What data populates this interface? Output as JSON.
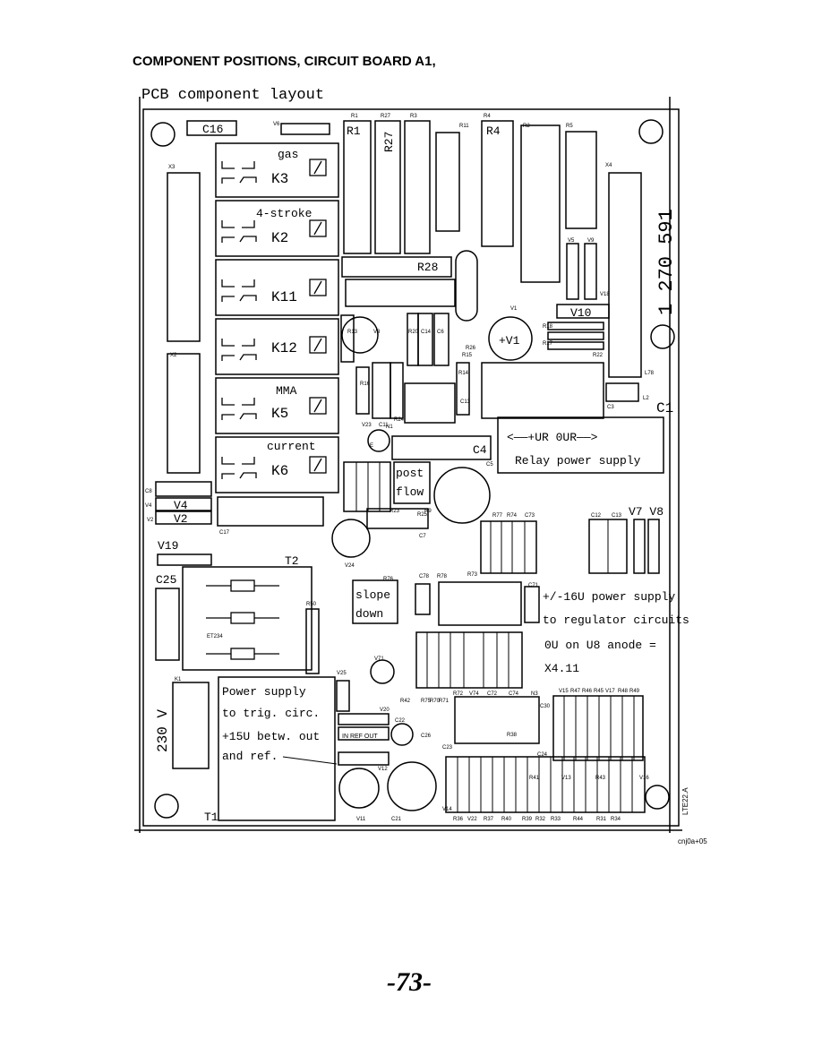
{
  "page": {
    "title": "COMPONENT POSITIONS, CIRCUIT BOARD A1,",
    "pcb_label": "PCB component layout",
    "footer_code": "cnj0a+05",
    "page_number": "-73-"
  },
  "board": {
    "part_number": "1 270 591",
    "revision": "LTE22.A",
    "relays": [
      {
        "id": "K3",
        "caption": "gas"
      },
      {
        "id": "K2",
        "caption": "4-stroke"
      },
      {
        "id": "K11",
        "caption": ""
      },
      {
        "id": "K12",
        "caption": ""
      },
      {
        "id": "K5",
        "caption": "MMA"
      },
      {
        "id": "K6",
        "caption": "current"
      }
    ],
    "labels": {
      "c16": "C16",
      "r1": "R1",
      "r27": "R27",
      "r4": "R4",
      "r28": "R28",
      "v10": "V10",
      "v1": "+V1",
      "c1": "C1",
      "c4": "C4",
      "post_flow": [
        "post",
        "flow"
      ],
      "relay_supply_top": "<——+UR   0UR——>",
      "relay_supply_bottom": "Relay power supply",
      "v4": "V4",
      "v2": "V2",
      "v19": "V19",
      "t2": "T2",
      "c25": "C25",
      "slope_down": [
        "slope",
        "down"
      ],
      "v7v8": "V7 V8",
      "supply_note": [
        "+/-16U power supply",
        "to regulator circuits",
        "0U on U8 anode =",
        "X4.11"
      ],
      "trig_note": [
        "Power supply",
        "to trig. circ.",
        "+15U betw. out",
        "and ref."
      ],
      "mains": "230 V",
      "t1": "T1",
      "in_ref_out": "IN REF OUT"
    },
    "small_labels": [
      "X3",
      "X2",
      "V6",
      "R1",
      "R27",
      "R3",
      "R11",
      "R4",
      "R2",
      "R5",
      "X4",
      "V5",
      "V9",
      "V18",
      "V1",
      "R17",
      "R18",
      "R22",
      "V3",
      "R13",
      "R20",
      "C14",
      "C6",
      "R26",
      "R16",
      "R15",
      "R14",
      "C13",
      "C11",
      "R24",
      "V23",
      "E",
      "C5",
      "C17",
      "C8",
      "V4",
      "V2",
      "R23",
      "R9",
      "C7",
      "V24",
      "R76",
      "C78",
      "R78",
      "R73",
      "R77",
      "R74",
      "C73",
      "C12",
      "C13",
      "C71",
      "R50",
      "ET234",
      "K1",
      "V25",
      "V71",
      "R42",
      "R75",
      "R70",
      "R71",
      "R72",
      "V74",
      "C72",
      "C74",
      "N3",
      "C30",
      "C22",
      "C26",
      "C23",
      "R38",
      "C24",
      "V20",
      "V12",
      "V11",
      "C21",
      "V14",
      "R36",
      "V22",
      "R37",
      "R40",
      "R39",
      "R32",
      "R33",
      "R44",
      "R31",
      "R34",
      "R41",
      "V13",
      "R43",
      "V16",
      "V15",
      "R47",
      "R46",
      "R45",
      "V17",
      "R48",
      "R49",
      "L78",
      "L2",
      "C3",
      "N1",
      "R25"
    ]
  }
}
